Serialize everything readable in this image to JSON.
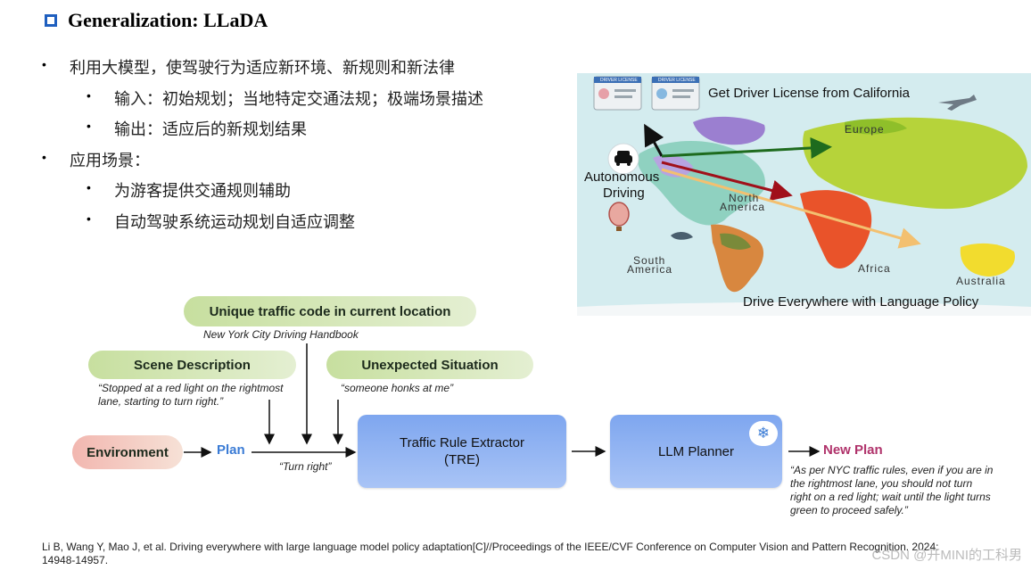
{
  "slide": {
    "title": "Generalization: LLaDA",
    "bullets": [
      {
        "text": "利用大模型，使驾驶行为适应新环境、新规则和新法律",
        "level": 1
      },
      {
        "text": "输入：初始规划；当地特定交通法规；极端场景描述",
        "level": 2
      },
      {
        "text": "输出：适应后的新规划结果",
        "level": 2
      },
      {
        "text": "应用场景：",
        "level": 1
      },
      {
        "text": "为游客提供交通规则辅助",
        "level": 2
      },
      {
        "text": "自动驾驶系统运动规划自适应调整",
        "level": 2
      }
    ]
  },
  "map": {
    "top_label": "Get Driver License from California",
    "bottom_label": "Drive Everywhere with Language Policy",
    "vehicle_label_line1": "Autonomous",
    "vehicle_label_line2": "Driving",
    "license_title": "DRIVER LICENSE",
    "regions": {
      "europe": "Europe",
      "north_america_1": "North",
      "north_america_2": "America",
      "south_america_1": "South",
      "south_america_2": "America",
      "africa": "Africa",
      "australia": "Australia"
    },
    "colors": {
      "green_arrow": "#1e6b1e",
      "red_arrow": "#a0101a",
      "yellow_arrow": "#f3c070",
      "black_arrow": "#111111"
    }
  },
  "diagram": {
    "unique_traffic_code": "Unique traffic code in current location",
    "unique_traffic_caption": "New York City Driving Handbook",
    "scene_description": "Scene Description",
    "scene_caption": "“Stopped at a red light on the rightmost lane, starting to turn right.”",
    "unexpected_situation": "Unexpected Situation",
    "unexpected_caption": "“someone honks at me”",
    "environment": "Environment",
    "plan": "Plan",
    "plan_caption": "“Turn right”",
    "tre_line1": "Traffic Rule Extractor",
    "tre_line2": "(TRE)",
    "llm_planner": "LLM Planner",
    "snowflake_icon": "❄",
    "new_plan": "New Plan",
    "new_plan_caption": "“As per NYC traffic rules, even if you are in the rightmost lane, you should not turn right on a red light; wait until the light turns green to proceed safely.”",
    "colors": {
      "plan": "#3a7bd5",
      "new_plan": "#b0336b",
      "pill_green": "#cfe3b4",
      "env_pink": "#f3c3bf"
    }
  },
  "reference": "Li B, Wang Y, Mao J, et al. Driving everywhere with large language model policy adaptation[C]//Proceedings of the IEEE/CVF Conference on Computer Vision and Pattern Recognition. 2024: 14948-14957.",
  "watermark": "CSDN @开MINI的工科男"
}
